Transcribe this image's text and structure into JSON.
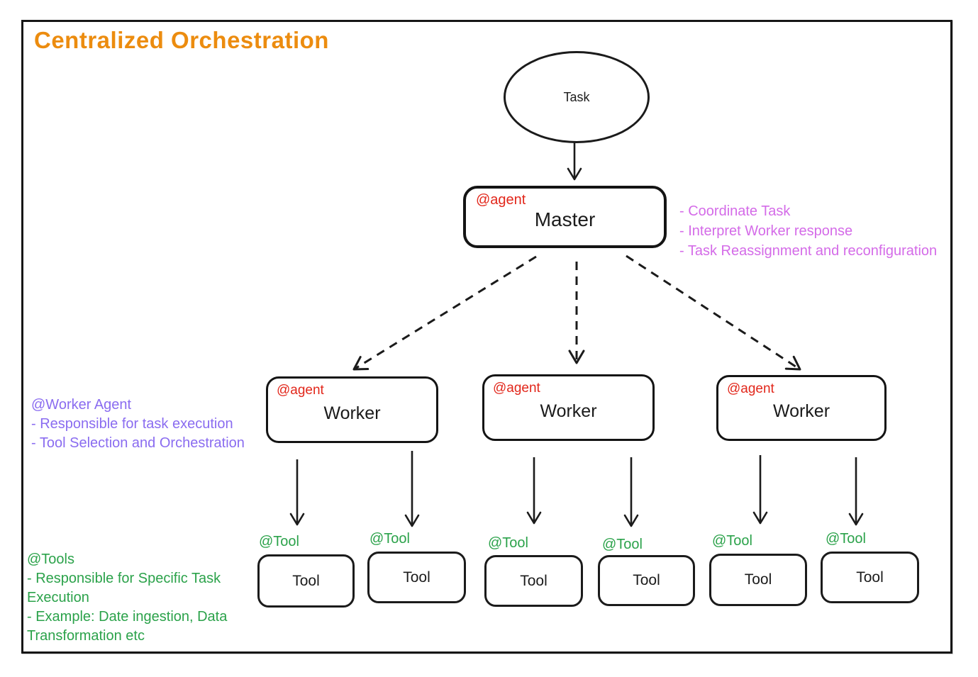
{
  "title": "Centralized Orchestration",
  "task": {
    "label": "Task"
  },
  "master": {
    "tag": "@agent",
    "label": "Master"
  },
  "master_notes": [
    "- Coordinate Task",
    "- Interpret Worker response",
    "- Task Reassignment and reconfiguration"
  ],
  "worker_notes": [
    "@Worker Agent",
    "- Responsible for task execution",
    "- Tool Selection and Orchestration"
  ],
  "tool_notes": [
    "@Tools",
    "- Responsible for Specific Task Execution",
    "- Example: Date ingestion, Data Transformation etc"
  ],
  "workers": [
    {
      "tag": "@agent",
      "label": "Worker"
    },
    {
      "tag": "@agent",
      "label": "Worker"
    },
    {
      "tag": "@agent",
      "label": "Worker"
    }
  ],
  "tools": [
    {
      "tag": "@Tool",
      "label": "Tool"
    },
    {
      "tag": "@Tool",
      "label": "Tool"
    },
    {
      "tag": "@Tool",
      "label": "Tool"
    },
    {
      "tag": "@Tool",
      "label": "Tool"
    },
    {
      "tag": "@Tool",
      "label": "Tool"
    },
    {
      "tag": "@Tool",
      "label": "Tool"
    }
  ],
  "colors": {
    "title": "#EC8C0F",
    "agent_tag": "#E2271B",
    "tool_tag": "#2BA24A",
    "master_notes": "#D46BE8",
    "worker_notes": "#8A6CF0",
    "tool_notes": "#2BA24A",
    "stroke": "#1B1B1B"
  }
}
